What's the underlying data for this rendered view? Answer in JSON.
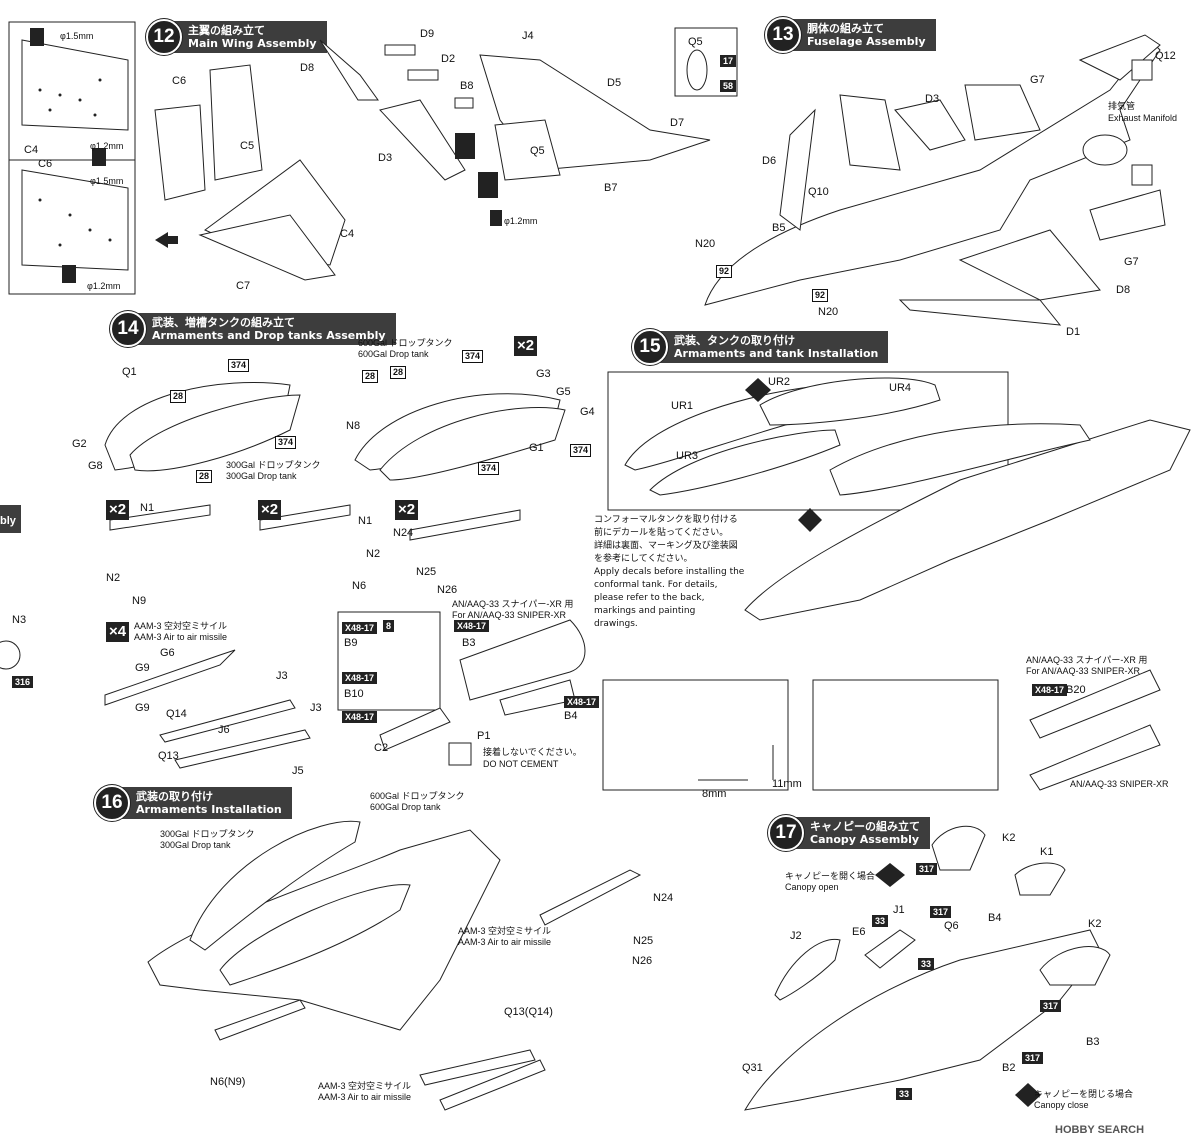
{
  "steps": {
    "s12": {
      "num": "12",
      "jp": "主翼の組み立て",
      "en": "Main Wing Assembly"
    },
    "s13": {
      "num": "13",
      "jp": "胴体の組み立て",
      "en": "Fuselage Assembly"
    },
    "s14": {
      "num": "14",
      "jp": "武装、増槽タンクの組み立て",
      "en": "Armaments and Drop tanks Assembly"
    },
    "s15": {
      "num": "15",
      "jp": "武装、タンクの取り付け",
      "en": "Armaments and tank Installation"
    },
    "s16": {
      "num": "16",
      "jp": "武装の取り付け",
      "en": "Armaments Installation"
    },
    "s17": {
      "num": "17",
      "jp": "キャノピーの組み立て",
      "en": "Canopy Assembly"
    }
  },
  "drill": {
    "d15": "φ1.5mm",
    "d12": "φ1.2mm"
  },
  "parts12": {
    "c4": "C4",
    "c6": "C6",
    "c5": "C5",
    "c7": "C7",
    "d9": "D9",
    "d8": "D8",
    "d2": "D2",
    "d3": "D3",
    "j4": "J4",
    "b8": "B8",
    "d5": "D5",
    "d7": "D7",
    "q5": "Q5",
    "b7": "B7"
  },
  "q5box": {
    "title": "Q5",
    "p17": "17",
    "p58": "58"
  },
  "parts13": {
    "d3": "D3",
    "q12": "Q12",
    "g7a": "G7",
    "exhaust_jp": "排気管",
    "exhaust_en": "Exhaust Manifold",
    "d6": "D6",
    "q10": "Q10",
    "b5": "B5",
    "n20a": "N20",
    "n20b": "N20",
    "c92a": "92",
    "c92b": "92",
    "g7b": "G7",
    "d8": "D8",
    "d1": "D1"
  },
  "parts14": {
    "q1": "Q1",
    "g2": "G2",
    "g8": "G8",
    "c374a": "374",
    "c28a": "28",
    "c374b": "374",
    "c28b": "28",
    "tank300_jp": "300Gal ドロップタンク",
    "tank300_en": "300Gal Drop tank",
    "tank600_jp": "600Gal ドロップタンク",
    "tank600_en": "600Gal Drop tank",
    "x2a": "×2",
    "x2b": "×2",
    "x2c": "×2",
    "x2d": "×2",
    "x4": "×4",
    "g3": "G3",
    "g5": "G5",
    "g4": "G4",
    "g1": "G1",
    "n8": "N8",
    "c28c": "28",
    "c28d": "28",
    "c374c": "374",
    "c374d": "374",
    "c374e": "374",
    "n1a": "N1",
    "n2a": "N2",
    "n9": "N9",
    "n1b": "N1",
    "n2b": "N2",
    "n6": "N6",
    "n24": "N24",
    "n25": "N25",
    "n26": "N26",
    "aam_jp": "AAM-3 空対空ミサイル",
    "aam_en": "AAM-3 Air to air missile",
    "g6": "G6",
    "g9a": "G9",
    "g9b": "G9",
    "q14": "Q14",
    "j6": "J6",
    "j3a": "J3",
    "j3b": "J3",
    "q13": "Q13",
    "j5": "J5",
    "sniper_jp": "AN/AAQ-33 スナイパー-XR 用",
    "sniper_en": "For AN/AAQ-33 SNIPER-XR",
    "x4817a": "X48-17",
    "x4817b": "X48-17",
    "x4817c": "X48-17",
    "x4817d": "X48-17",
    "x4817e": "X48-17",
    "b9": "B9",
    "b10": "B10",
    "c2": "C2",
    "b3": "B3",
    "p1": "P1",
    "b4": "B4",
    "c8": "8",
    "nocement_jp": "接着しないでください。",
    "nocement_en": "DO NOT CEMENT"
  },
  "parts15": {
    "ur1": "UR1",
    "ur2": "UR2",
    "ur3": "UR3",
    "ur4": "UR4",
    "note_jp1": "コンフォーマルタンクを取り付ける",
    "note_jp2": "前にデカールを貼ってください。",
    "note_jp3": "詳細は裏面、マーキング及び塗装図",
    "note_jp4": "を参考にしてください。",
    "note_en1": "Apply decals before installing the",
    "note_en2": "conformal tank. For details,",
    "note_en3": "please refer to the back,",
    "note_en4": "markings and painting",
    "note_en5": "drawings.",
    "dim1": "11mm",
    "dim2": "8mm",
    "sniper2_jp": "AN/AAQ-33 スナイパー-XR 用",
    "sniper2_en": "For AN/AAQ-33 SNIPER-XR",
    "b20": "B20",
    "sniper_name": "AN/AAQ-33 SNIPER-XR"
  },
  "partial": {
    "n3": "N3",
    "c316": "316",
    "cut": "bly"
  },
  "parts16": {
    "tank300_jp": "300Gal ドロップタンク",
    "tank300_en": "300Gal Drop tank",
    "tank600_jp": "600Gal ドロップタンク",
    "tank600_en": "600Gal Drop tank",
    "n24": "N24",
    "n25": "N25",
    "n26": "N26",
    "aam_jp": "AAM-3 空対空ミサイル",
    "aam_en": "AAM-3 Air to air missile",
    "q13": "Q13(Q14)",
    "n6": "N6(N9)",
    "aam2_jp": "AAM-3 空対空ミサイル",
    "aam2_en": "AAM-3 Air to air missile"
  },
  "parts17": {
    "k2a": "K2",
    "k1": "K1",
    "open_jp": "キャノピーを開く場合",
    "open_en": "Canopy open",
    "c317a": "317",
    "c317b": "317",
    "c317c": "317",
    "c317d": "317",
    "c33a": "33",
    "c33b": "33",
    "c33c": "33",
    "j1": "J1",
    "e6": "E6",
    "q6": "Q6",
    "b4": "B4",
    "j2": "J2",
    "k2b": "K2",
    "b3": "B3",
    "b2": "B2",
    "q31": "Q31",
    "close_jp": "キャノピーを閉じる場合",
    "close_en": "Canopy close"
  },
  "watermark": "HOBBY SEARCH",
  "colors": {
    "banner": "#3d3d3d",
    "ink": "#222222"
  }
}
